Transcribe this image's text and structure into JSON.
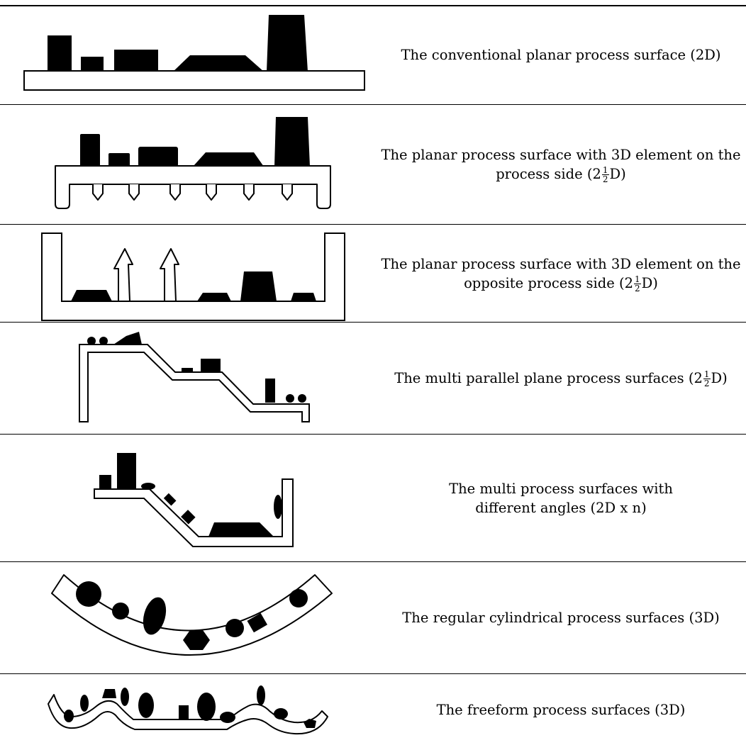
{
  "rows": [
    {
      "text": "The conventional planar process surface (2D)",
      "frac": null,
      "suffix": ""
    },
    {
      "text": "The planar process surface with 3D element on the process side (2",
      "frac": {
        "n": "1",
        "d": "2"
      },
      "suffix": "D)"
    },
    {
      "text": "The planar process surface with 3D element on the opposite process side (2",
      "frac": {
        "n": "1",
        "d": "2"
      },
      "suffix": "D)"
    },
    {
      "text": "The multi parallel plane process surfaces (2",
      "frac": {
        "n": "1",
        "d": "2"
      },
      "suffix": "D)"
    },
    {
      "text": "The multi process surfaces with different angles (2D x n)",
      "frac": null,
      "suffix": ""
    },
    {
      "text": "The regular cylindrical process surfaces (3D)",
      "frac": null,
      "suffix": ""
    },
    {
      "text": "The freeform process surfaces (3D)",
      "frac": null,
      "suffix": ""
    }
  ],
  "frac_n": "1",
  "frac_d": "2",
  "suffix_D": "D)"
}
